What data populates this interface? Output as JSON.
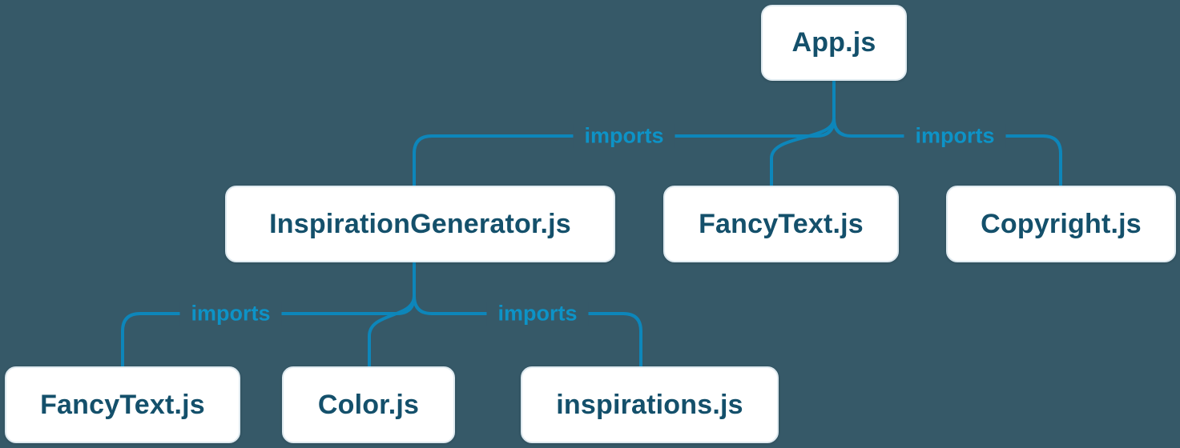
{
  "diagram": {
    "type": "module-dependency-tree",
    "colors": {
      "background": "#365968",
      "line": "#0d86ba",
      "edge_label_text": "#0d93c7",
      "node_background": "#ffffff",
      "node_text": "#14506b"
    },
    "nodes": {
      "app": {
        "label": "App.js"
      },
      "inspiration_generator": {
        "label": "InspirationGenerator.js"
      },
      "fancy_text_top": {
        "label": "FancyText.js"
      },
      "copyright": {
        "label": "Copyright.js"
      },
      "fancy_text_bottom": {
        "label": "FancyText.js"
      },
      "color": {
        "label": "Color.js"
      },
      "inspirations": {
        "label": "inspirations.js"
      }
    },
    "edge_labels": [
      {
        "text": "imports"
      },
      {
        "text": "imports"
      },
      {
        "text": "imports"
      },
      {
        "text": "imports"
      }
    ]
  }
}
